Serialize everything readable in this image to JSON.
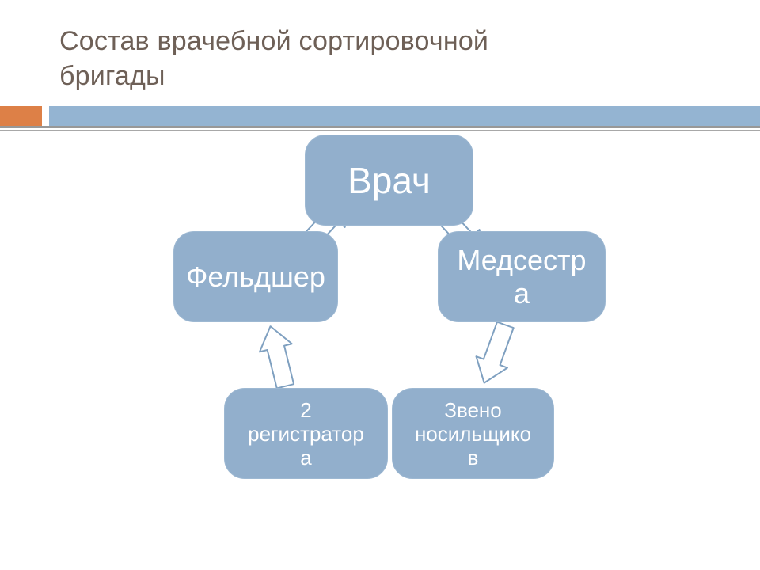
{
  "slide": {
    "title": "Состав врачебной сортировочной\nбригады"
  },
  "colors": {
    "accent_orange": "#DD8047",
    "accent_blue": "#94B4D2",
    "divider_gray_dark": "#989898",
    "divider_gray_light": "#A8A8A8",
    "node_fill": "#92AFCC",
    "node_text": "#FFFFFF",
    "title_text": "#6E6057",
    "arrow_outline": "#7FA0C0",
    "arrow_fill": "#FFFFFF"
  },
  "diagram": {
    "nodes": [
      {
        "id": "vrach",
        "label": "Врач"
      },
      {
        "id": "feldsher",
        "label": "Фельдшер"
      },
      {
        "id": "medsestra",
        "label": "Медсестр\nа"
      },
      {
        "id": "registrators",
        "label": "2\nрегистратор\nа"
      },
      {
        "id": "porters",
        "label": "Звено\nносильщико\nв"
      }
    ],
    "arrows": [
      {
        "id": "feldsher-to-vrach",
        "direction": "up-right",
        "style": "outlined-block-arrow"
      },
      {
        "id": "vrach-to-medsestra",
        "direction": "down-right",
        "style": "outlined-block-arrow"
      },
      {
        "id": "registrators-to-feldsher",
        "direction": "up",
        "style": "outlined-block-arrow"
      },
      {
        "id": "medsestra-to-porters",
        "direction": "down",
        "style": "outlined-block-arrow"
      }
    ]
  }
}
